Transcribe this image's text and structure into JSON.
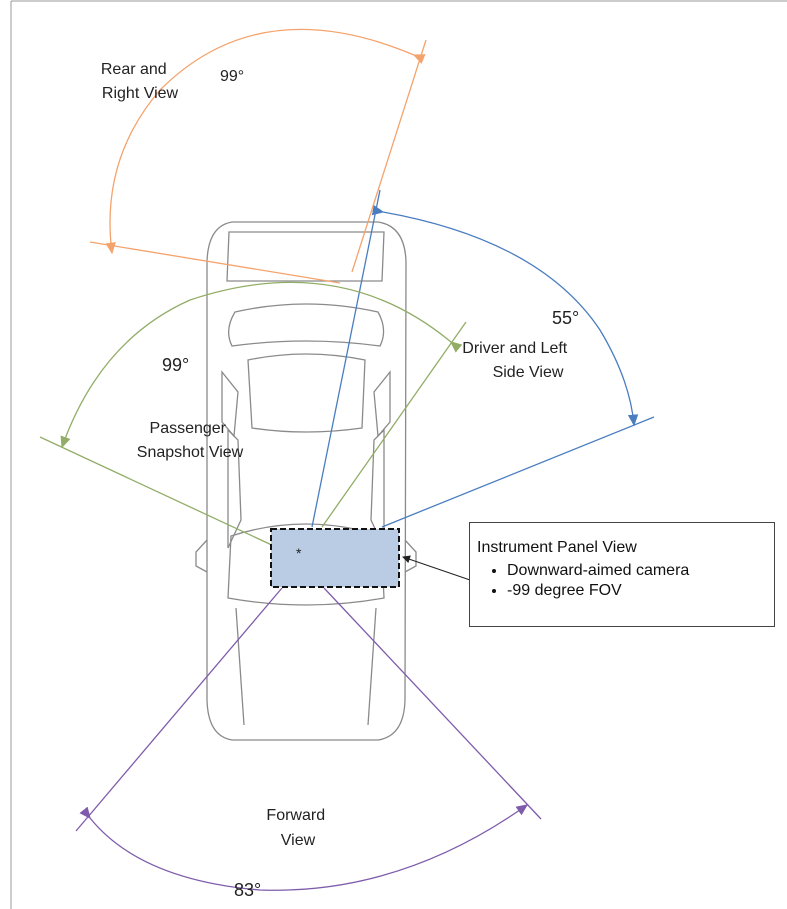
{
  "labels": {
    "rear_right": [
      "Rear and",
      "Right View"
    ],
    "rear_right_angle": "99°",
    "driver_left": [
      "Driver and Left",
      "Side View"
    ],
    "driver_left_angle": "55°",
    "passenger": [
      "Passenger",
      "Snapshot View"
    ],
    "passenger_angle": "99°",
    "forward": [
      "Forward",
      "View"
    ],
    "forward_angle": "83°",
    "camera_mark": "*"
  },
  "callout": {
    "title": "Instrument Panel View",
    "bullets": [
      "Downward-aimed camera",
      "-99 degree FOV"
    ]
  },
  "colors": {
    "rear_right": "#f4a36c",
    "driver_left": "#4a7dc0",
    "passenger": "#92ad67",
    "forward": "#7e5cab",
    "panel_fill": "#b9cce4",
    "car_outline": "#8a8a8a"
  }
}
